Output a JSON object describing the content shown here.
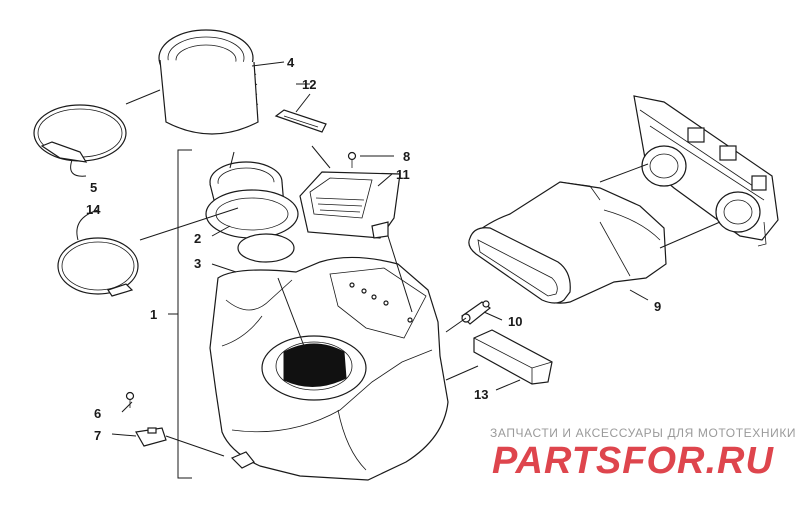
{
  "callouts": {
    "c1": "1",
    "c2": "2",
    "c3": "3",
    "c4": "4",
    "c5": "5",
    "c6": "6",
    "c7": "7",
    "c8": "8",
    "c9": "9",
    "c10": "10",
    "c11": "11",
    "c12": "12",
    "c13": "13",
    "c14": "14"
  },
  "watermark": {
    "tagline": "ЗАПЧАСТИ И АКСЕССУАРЫ ДЛЯ МОТОТЕХНИКИ",
    "logo": "PARTSFOR.RU",
    "color": "#d9252e"
  }
}
